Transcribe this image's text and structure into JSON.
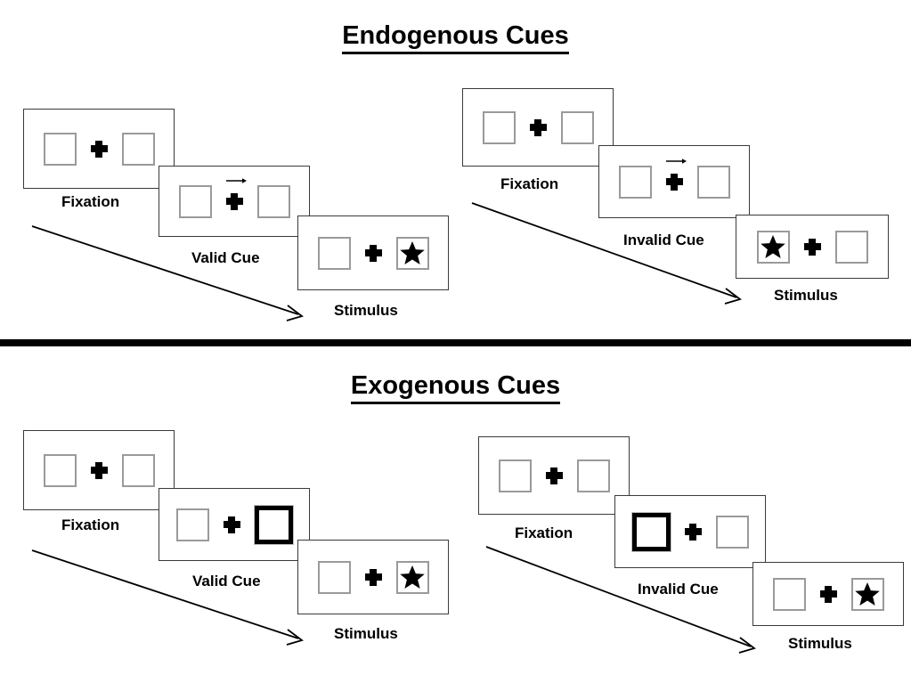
{
  "sections": [
    {
      "id": "endogenous",
      "title": "Endogenous Cues",
      "cue_type": "arrow",
      "sequences": [
        {
          "id": "endogenous-valid",
          "validity": "valid",
          "steps": [
            {
              "label": "Fixation",
              "cue": "none",
              "target": "none"
            },
            {
              "label": "Valid Cue",
              "cue": "arrow-right",
              "cue_direction": "right",
              "target": "none"
            },
            {
              "label": "Stimulus",
              "cue": "none",
              "target": "right",
              "target_symbol": "star"
            }
          ]
        },
        {
          "id": "endogenous-invalid",
          "validity": "invalid",
          "steps": [
            {
              "label": "Fixation",
              "cue": "none",
              "target": "none"
            },
            {
              "label": "Invalid Cue",
              "cue": "arrow-right",
              "cue_direction": "right",
              "target": "none"
            },
            {
              "label": "Stimulus",
              "cue": "none",
              "target": "left",
              "target_symbol": "star"
            }
          ]
        }
      ]
    },
    {
      "id": "exogenous",
      "title": "Exogenous Cues",
      "cue_type": "box-highlight",
      "sequences": [
        {
          "id": "exogenous-valid",
          "validity": "valid",
          "steps": [
            {
              "label": "Fixation",
              "cue": "none",
              "target": "none"
            },
            {
              "label": "Valid Cue",
              "cue": "box-highlight",
              "cue_side": "right",
              "target": "none"
            },
            {
              "label": "Stimulus",
              "cue": "none",
              "target": "right",
              "target_symbol": "star"
            }
          ]
        },
        {
          "id": "exogenous-invalid",
          "validity": "invalid",
          "steps": [
            {
              "label": "Fixation",
              "cue": "none",
              "target": "none"
            },
            {
              "label": "Invalid Cue",
              "cue": "box-highlight",
              "cue_side": "left",
              "target": "none"
            },
            {
              "label": "Stimulus",
              "cue": "none",
              "target": "right",
              "target_symbol": "star"
            }
          ]
        }
      ]
    }
  ],
  "colors": {
    "background": "#ffffff",
    "panel_border": "#3a3a3a",
    "box_border": "#9a9a9a",
    "cued_box_border": "#000000",
    "ink": "#000000",
    "divider": "#000000"
  },
  "icons": {
    "fixation_cross": "plus-icon",
    "target": "star-icon",
    "cue_arrow": "arrow-right-icon",
    "time_arrow": "time-flow-arrow-icon"
  }
}
